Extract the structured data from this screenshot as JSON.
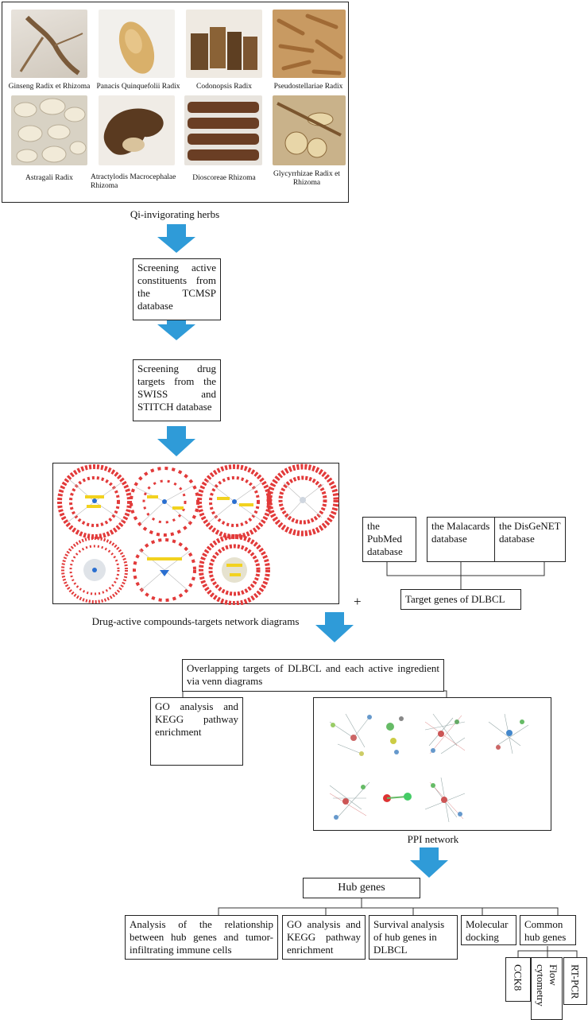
{
  "herbs": {
    "items": [
      {
        "label": "Ginseng Radix et Rhizoma"
      },
      {
        "label": "Panacis Quinquefolii Radix"
      },
      {
        "label": "Codonopsis Radix"
      },
      {
        "label": "Pseudostellariae Radix"
      },
      {
        "label": "Astragali Radix"
      },
      {
        "label": "Atractylodis  Macrocephalae Rhizoma"
      },
      {
        "label": "Dioscoreae Rhizoma"
      },
      {
        "label": "Glycyrrhizae Radix et Rhizoma"
      }
    ],
    "caption": "Qi-invigorating herbs"
  },
  "steps": {
    "tcmsp": "Screening active constituents from the TCMSP database",
    "targets": "Screening drug targets from the SWISS and STITCH database",
    "network_caption": "Drug-active compounds-targets network diagrams",
    "plus": "+",
    "overlap": "Overlapping targets of DLBCL and each active ingredient via venn diagrams",
    "go_kegg": "GO analysis and KEGG pathway enrichment",
    "ppi_caption": "PPI network",
    "hub_genes": "Hub genes"
  },
  "databases": {
    "pubmed": "the PubMed database",
    "malacards": "the Malacards database",
    "disgenet": "the DisGeNET database",
    "target_genes": "Target genes of DLBCL"
  },
  "analyses": {
    "immune": "Analysis of the relationship between hub genes and tumor-infiltrating immune cells",
    "go_kegg2": "GO analysis and KEGG pathway enrichment",
    "survival": "Survival analysis of hub genes in DLBCL",
    "docking": "Molecular docking",
    "common": "Common hub genes"
  },
  "validation": {
    "cck8": "CCK8",
    "flow": "Flow cytometry",
    "rtpcr": "RT-PCR"
  },
  "colors": {
    "arrow": "#2f9bd8",
    "node_red": "#e23a3a",
    "node_yellow": "#f2d21f",
    "node_blue": "#2a6fd0"
  }
}
